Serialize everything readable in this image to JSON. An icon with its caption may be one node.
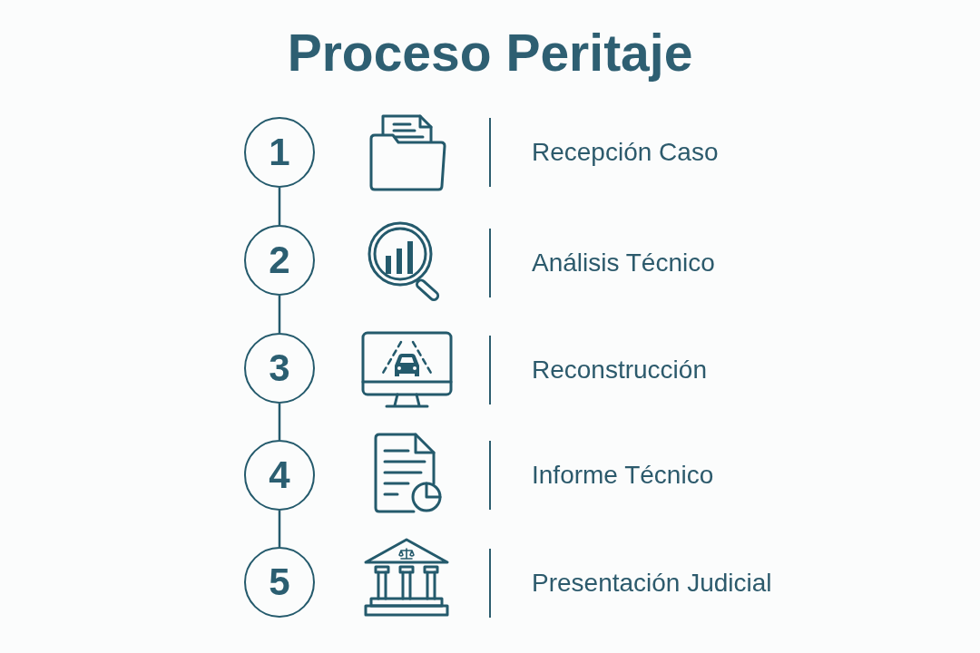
{
  "diagram": {
    "title": "Proceso Peritaje",
    "nodes": [
      {
        "text": [
          "1"
        ]
      },
      {
        "text": [
          "2"
        ]
      },
      {
        "text": [
          "3"
        ]
      },
      {
        "text": [
          "4"
        ]
      },
      {
        "text": [
          "5"
        ]
      }
    ],
    "edges": [
      {
        "from": 0,
        "to": 1,
        "arrow": "none"
      },
      {
        "from": 1,
        "to": 2,
        "arrow": "none"
      },
      {
        "from": 2,
        "to": 3,
        "arrow": "none"
      },
      {
        "from": 3,
        "to": 4,
        "arrow": "none"
      }
    ],
    "labels": [
      "Recepción Caso",
      "Análisis Técnico",
      "Reconstrucción",
      "Informe Técnico",
      "Presentación Judicial"
    ]
  }
}
